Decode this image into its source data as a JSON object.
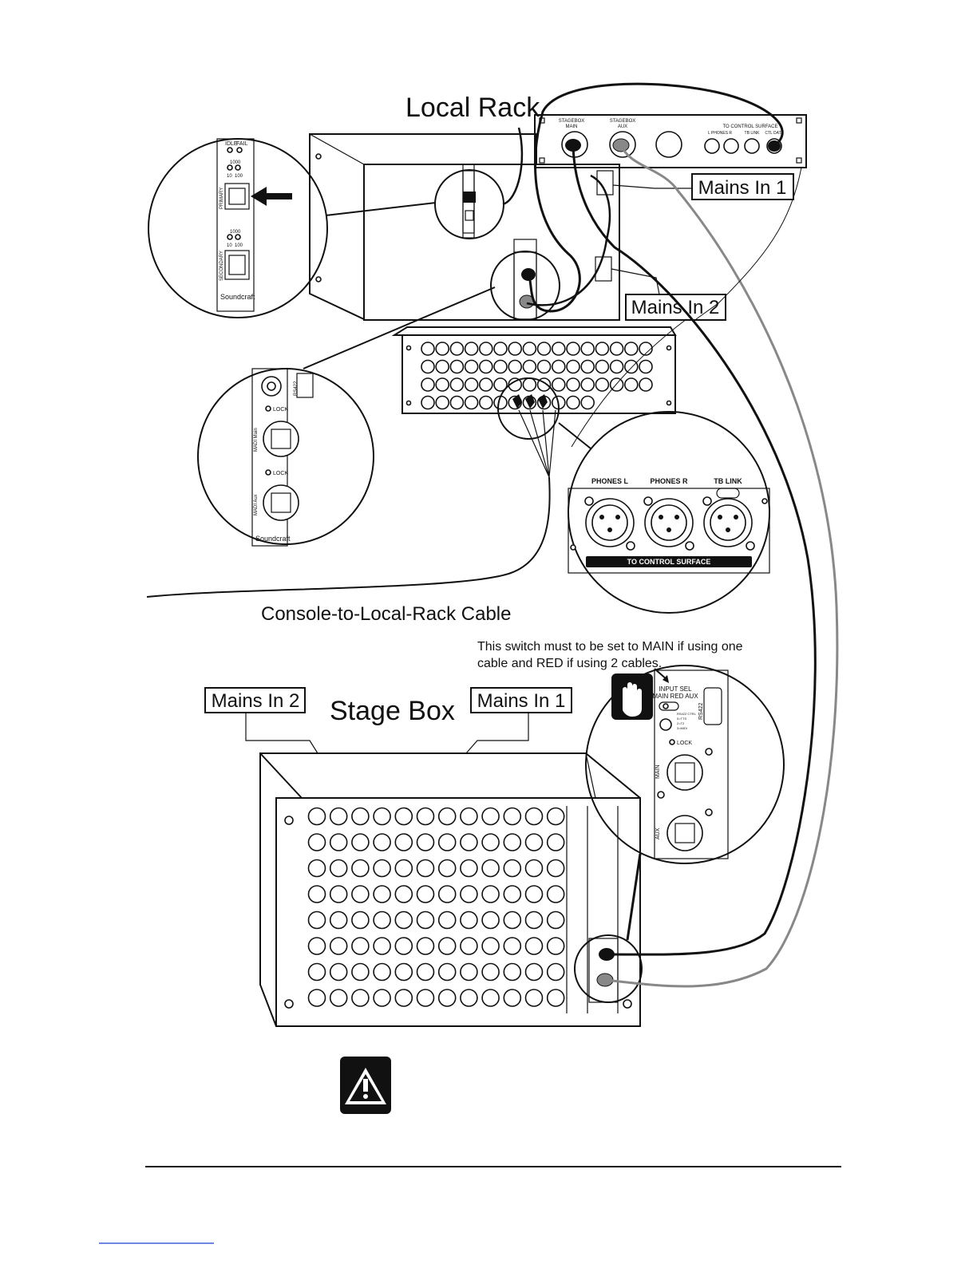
{
  "labels": {
    "local_rack": "Local Rack",
    "stage_box": "Stage Box",
    "mains_in_1_top": "Mains In 1",
    "mains_in_2_top": "Mains In 2",
    "mains_in_1_bottom": "Mains In 1",
    "mains_in_2_bottom": "Mains In 2",
    "console_cable": "Console-to-Local-Rack Cable",
    "switch_note_line1": "This switch must to be set to MAIN if using one",
    "switch_note_line2": "cable and RED if using 2 cables."
  },
  "top_panel": {
    "stagebox_main": [
      "STAGEBOX",
      "MAIN"
    ],
    "stagebox_aux": [
      "STAGEBOX",
      "AUX"
    ],
    "to_control_surface": "TO CONTROL SURFACE",
    "sub_labels": [
      "L  PHONES  R",
      "TB LINK",
      "CTL DATA"
    ]
  },
  "network_card": {
    "idle": "IDLE",
    "fail": "FAIL",
    "speed_1000": "1000",
    "speed_10": "10",
    "speed_100": "100",
    "primary": "PRIMARY",
    "secondary": "SECONDARY",
    "brand": "Soundcraft"
  },
  "madi_card": {
    "rs422": "RS422",
    "lock": "LOCK",
    "madi_main": "MADI Main",
    "madi_aux": "MADI Aux",
    "brand": "Soundcraft"
  },
  "phones_panel": {
    "phones_l": "PHONES L",
    "phones_r": "PHONES R",
    "tb_link": "TB LINK",
    "banner": "TO CONTROL SURFACE"
  },
  "stagebox_card": {
    "input_sel": "INPUT SEL",
    "modes": "MAIN  RED  AUX",
    "rs422": "RS422",
    "lock": "LOCK",
    "main": "MAIN",
    "aux": "AUX",
    "options": [
      "RS422 CTRL",
      "0=TTS",
      "2=T2",
      "3=MIDI"
    ]
  }
}
